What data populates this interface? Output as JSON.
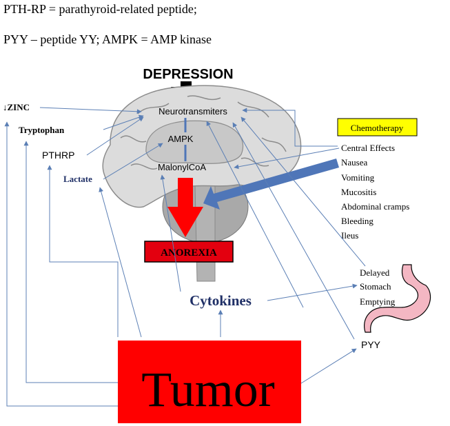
{
  "legend": {
    "line1": "PTH-RP = parathyroid-related peptide;",
    "line2": "PYY – peptide YY; AMPK = AMP kinase"
  },
  "title": "DEPRESSION",
  "brain_labels": {
    "neurotransmitters": "Neurotransmiters",
    "ampk": "AMPK",
    "malonylcoa": "MalonylCoA"
  },
  "left_labels": {
    "zinc": "↓ZINC",
    "tryptophan": "Tryptophan",
    "pthrp": "PTHRP",
    "lactate": "Lactate"
  },
  "chemotherapy": {
    "label": "Chemotherapy",
    "effects": [
      "Central Effects",
      "Nausea",
      "Vomiting",
      "Mucositis",
      "Abdominal cramps",
      "Bleeding",
      "Ileus"
    ]
  },
  "anorexia": "ANOREXIA",
  "cytokines": "Cytokines",
  "stomach_effects": [
    "Delayed",
    "Stomach",
    "Emptying"
  ],
  "pyy": "PYY",
  "tumor": "Tumor",
  "colors": {
    "arrow_line": "#5b7fb5",
    "blue_arrow": "#4f76b8",
    "red": "#ff0000",
    "anorexia_box": "#e3000f",
    "chemo_box": "#ffff00",
    "brain_fill": "#dcdcdc",
    "cerebellum_fill": "#a9a9a9",
    "brainstem_fill": "#b3b3b3",
    "stomach_fill": "#f4b7c3",
    "label_navy": "#1f2f66"
  }
}
